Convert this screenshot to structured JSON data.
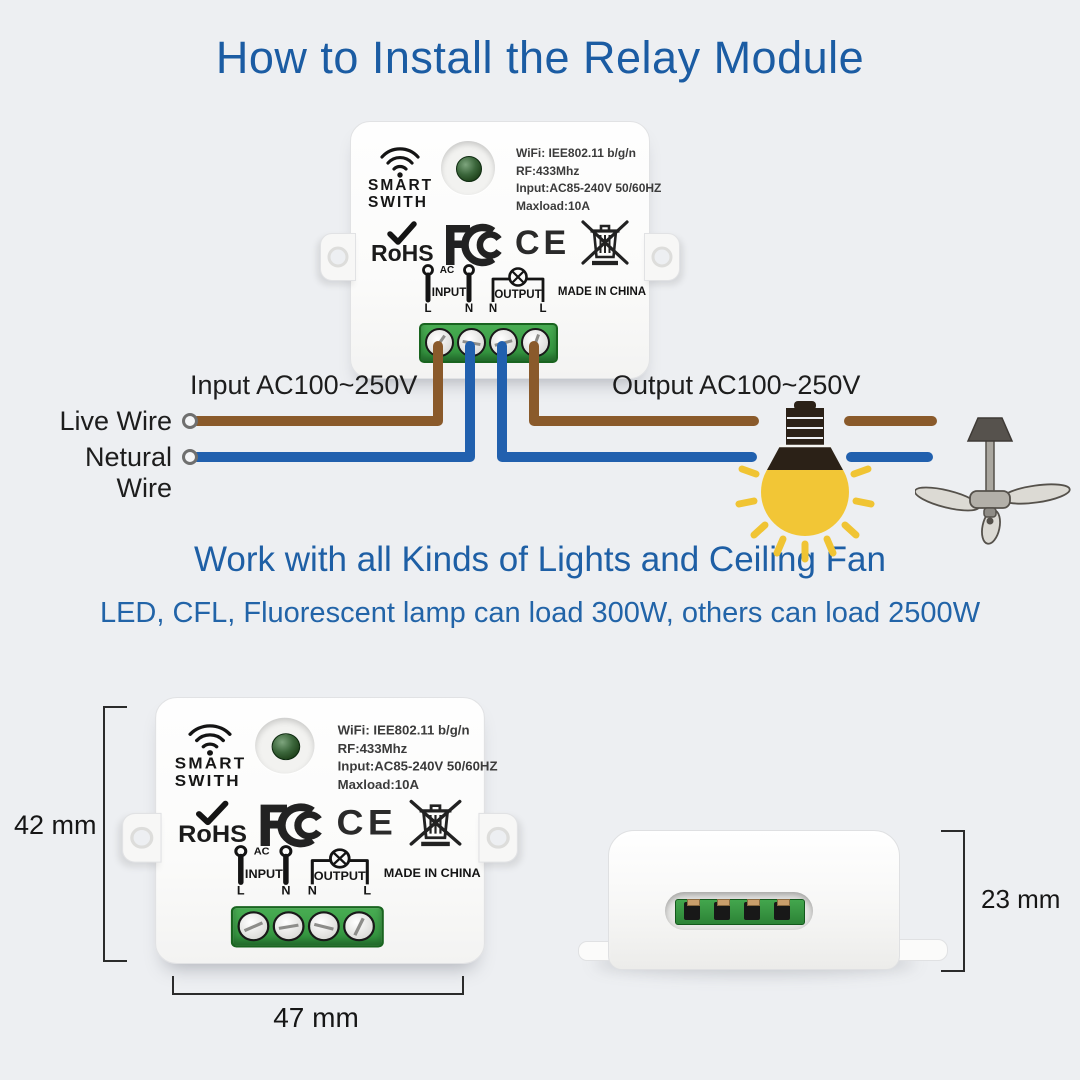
{
  "title": "How to Install the Relay Module",
  "headings": {
    "work_with": "Work with all Kinds of Lights and Ceiling Fan",
    "load_info": "LED, CFL, Fluorescent lamp can load 300W, others can load 2500W"
  },
  "wiring": {
    "input_label": "Input AC100~250V",
    "output_label": "Output AC100~250V",
    "live_wire": "Live Wire",
    "neutral_wire": "Netural Wire"
  },
  "module": {
    "brand_line1": "SMART",
    "brand_line2": "SWITH",
    "specs": [
      "WiFi: IEE802.11 b/g/n",
      "RF:433Mhz",
      "Input:AC85-240V 50/60HZ",
      "Maxload:10A"
    ],
    "certs": {
      "rohs": "RoHS",
      "ce": "CE"
    },
    "schematic": {
      "ac": "AC",
      "input": "INPUT",
      "output": "OUTPUT",
      "l": "L",
      "n": "N"
    },
    "made_in": "MADE IN CHINA"
  },
  "dimensions": {
    "height": "42 mm",
    "width": "47 mm",
    "depth": "23 mm"
  },
  "icons": {
    "wifi": "wifi-signal-icon",
    "check": "check-icon",
    "fcc": "fcc-logo",
    "weee": "crossed-out-bin-icon",
    "bulb": "light-bulb-icon",
    "fan": "ceiling-fan-icon"
  },
  "colors": {
    "accent_blue": "#1e5fa5",
    "wire_live_brown": "#8a5a2b",
    "wire_neutral_blue": "#2160ae",
    "terminal_green": "#3aa047",
    "bulb_yellow": "#f2c636"
  }
}
